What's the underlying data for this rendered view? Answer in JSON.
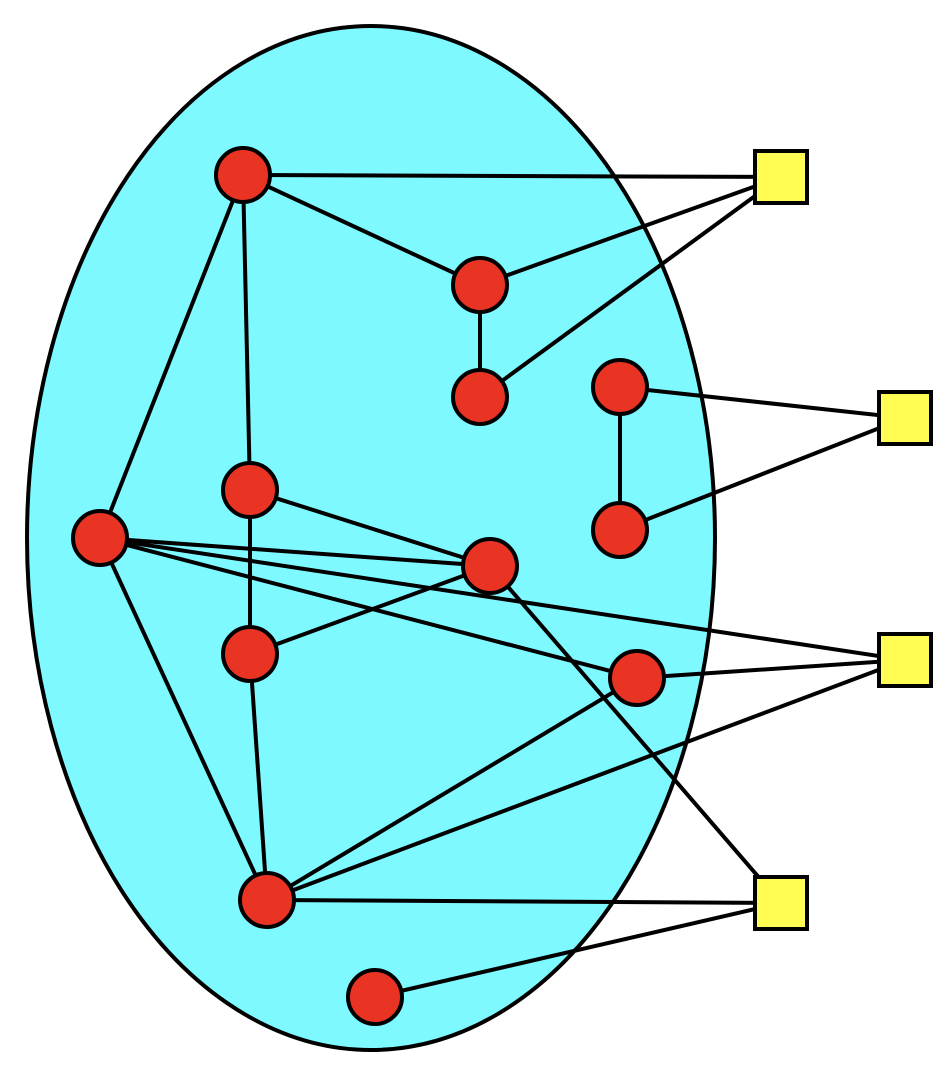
{
  "colors": {
    "background": "#ffffff",
    "region_fill": "#7ef9ff",
    "stroke": "#000000",
    "circle_node_fill": "#e93323",
    "square_node_fill": "#fffd54"
  },
  "nodes": {
    "circles": [
      {
        "id": "c1"
      },
      {
        "id": "c2"
      },
      {
        "id": "c3"
      },
      {
        "id": "c4"
      },
      {
        "id": "c5"
      },
      {
        "id": "c6"
      },
      {
        "id": "c7"
      },
      {
        "id": "c8"
      },
      {
        "id": "c9"
      },
      {
        "id": "c10"
      },
      {
        "id": "c11"
      },
      {
        "id": "c12"
      },
      {
        "id": "c13"
      }
    ],
    "squares": [
      {
        "id": "s1"
      },
      {
        "id": "s2"
      },
      {
        "id": "s3"
      },
      {
        "id": "s4"
      }
    ]
  },
  "edges": [
    [
      "c1",
      "s1"
    ],
    [
      "c1",
      "c2"
    ],
    [
      "c1",
      "c6"
    ],
    [
      "c1",
      "c9"
    ],
    [
      "c2",
      "s1"
    ],
    [
      "c2",
      "c3"
    ],
    [
      "c3",
      "s1"
    ],
    [
      "c4",
      "s2"
    ],
    [
      "c4",
      "c5"
    ],
    [
      "c5",
      "s2"
    ],
    [
      "c6",
      "c7"
    ],
    [
      "c6",
      "c8"
    ],
    [
      "c7",
      "c8"
    ],
    [
      "c7",
      "c9"
    ],
    [
      "c7",
      "s4"
    ],
    [
      "c8",
      "c11"
    ],
    [
      "c9",
      "c10"
    ],
    [
      "c9",
      "s3"
    ],
    [
      "c9",
      "c11"
    ],
    [
      "c10",
      "s3"
    ],
    [
      "c10",
      "c11"
    ],
    [
      "c11",
      "s3"
    ],
    [
      "c11",
      "s4"
    ],
    [
      "c12",
      "s4"
    ]
  ]
}
